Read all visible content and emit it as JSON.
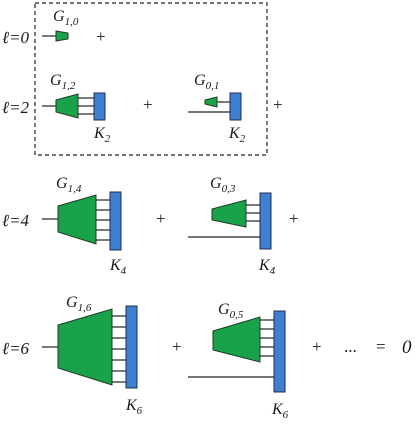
{
  "rows": [
    {
      "ell": "ℓ=0",
      "terms": [
        {
          "g": "G",
          "gsub": "1,0"
        }
      ],
      "trail": "+"
    },
    {
      "ell": "ℓ=2",
      "terms": [
        {
          "g": "G",
          "gsub": "1,2",
          "k": "K",
          "ksub": "2"
        },
        {
          "g": "G",
          "gsub": "0,1",
          "k": "K",
          "ksub": "2"
        }
      ],
      "plus": "+",
      "trail": "+"
    },
    {
      "ell": "ℓ=4",
      "terms": [
        {
          "g": "G",
          "gsub": "1,4",
          "k": "K",
          "ksub": "4"
        },
        {
          "g": "G",
          "gsub": "0,3",
          "k": "K",
          "ksub": "4"
        }
      ],
      "plus": "+",
      "trail": "+"
    },
    {
      "ell": "ℓ=6",
      "terms": [
        {
          "g": "G",
          "gsub": "1,6",
          "k": "K",
          "ksub": "6"
        },
        {
          "g": "G",
          "gsub": "0,5",
          "k": "K",
          "ksub": "6"
        }
      ],
      "plus": "+",
      "trail": "+",
      "dots": "...",
      "eq": "=",
      "zero": "0"
    }
  ],
  "colors": {
    "tensor_g": "#1aa24a",
    "tensor_k": "#3f7fcf",
    "box": "#222222"
  }
}
